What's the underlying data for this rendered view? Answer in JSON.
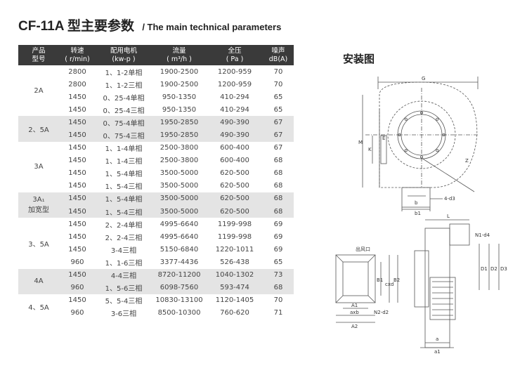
{
  "title": {
    "main": "CF-11A 型主要参数",
    "sub": "/ The main technical parameters"
  },
  "table": {
    "headers": [
      [
        "产品",
        "型号"
      ],
      [
        "转速",
        "( r/min)"
      ],
      [
        "配用电机",
        "(kw-p )"
      ],
      [
        "流量",
        "( m³/h )"
      ],
      [
        "全压",
        "( Pa )"
      ],
      [
        "噪声",
        "dB(A)"
      ]
    ],
    "groups": [
      {
        "model": "2A",
        "rows": [
          [
            "2800",
            "1、1-2单相",
            "1900-2500",
            "1200-959",
            "70"
          ],
          [
            "2800",
            "1、1-2三相",
            "1900-2500",
            "1200-959",
            "70"
          ],
          [
            "1450",
            "0、25-4单相",
            "950-1350",
            "410-294",
            "65"
          ],
          [
            "1450",
            "0、25-4三相",
            "950-1350",
            "410-294",
            "65"
          ]
        ]
      },
      {
        "model": "2、5A",
        "rows": [
          [
            "1450",
            "0、75-4单相",
            "1950-2850",
            "490-390",
            "67"
          ],
          [
            "1450",
            "0、75-4三相",
            "1950-2850",
            "490-390",
            "67"
          ]
        ]
      },
      {
        "model": "3A",
        "rows": [
          [
            "1450",
            "1、1-4单相",
            "2500-3800",
            "600-400",
            "67"
          ],
          [
            "1450",
            "1、1-4三相",
            "2500-3800",
            "600-400",
            "68"
          ],
          [
            "1450",
            "1、5-4单相",
            "3500-5000",
            "620-500",
            "68"
          ],
          [
            "1450",
            "1、5-4三相",
            "3500-5000",
            "620-500",
            "68"
          ]
        ]
      },
      {
        "model": "3A₁",
        "model2": "加宽型",
        "rows": [
          [
            "1450",
            "1、5-4单相",
            "3500-5000",
            "620-500",
            "68"
          ],
          [
            "1450",
            "1、5-4三相",
            "3500-5000",
            "620-500",
            "68"
          ]
        ]
      },
      {
        "model": "3、5A",
        "rows": [
          [
            "1450",
            "2、2-4单相",
            "4995-6640",
            "1199-998",
            "69"
          ],
          [
            "1450",
            "2、2-4三相",
            "4995-6640",
            "1199-998",
            "69"
          ],
          [
            "1450",
            "3-4三相",
            "5150-6840",
            "1220-1011",
            "69"
          ],
          [
            "960",
            "1、1-6三相",
            "3377-4436",
            "526-438",
            "65"
          ]
        ]
      },
      {
        "model": "4A",
        "rows": [
          [
            "1450",
            "4-4三相",
            "8720-11200",
            "1040-1302",
            "73"
          ],
          [
            "960",
            "1、5-6三相",
            "6098-7560",
            "593-474",
            "68"
          ]
        ]
      },
      {
        "model": "4、5A",
        "rows": [
          [
            "1450",
            "5、5-4三相",
            "10830-13100",
            "1120-1405",
            "70"
          ],
          [
            "960",
            "3-6三相",
            "8500-10300",
            "760-620",
            "71"
          ]
        ]
      }
    ]
  },
  "drawing": {
    "title": "安装图",
    "labels": {
      "G": "G",
      "M": "M",
      "K": "K",
      "E": "E",
      "Z": "Z",
      "b": "b",
      "b1": "b1",
      "d3": "4-d3",
      "L": "L",
      "N1d4": "N1-d4",
      "D1": "D1",
      "D2": "D2",
      "D3": "D3",
      "a": "a",
      "a1": "a1",
      "outlet": "出风口",
      "B1": "B1",
      "cxd": "cxd",
      "B2": "B2",
      "A1": "A1",
      "axb": "axb",
      "A2": "A2",
      "N2d2": "N2-d2"
    }
  }
}
